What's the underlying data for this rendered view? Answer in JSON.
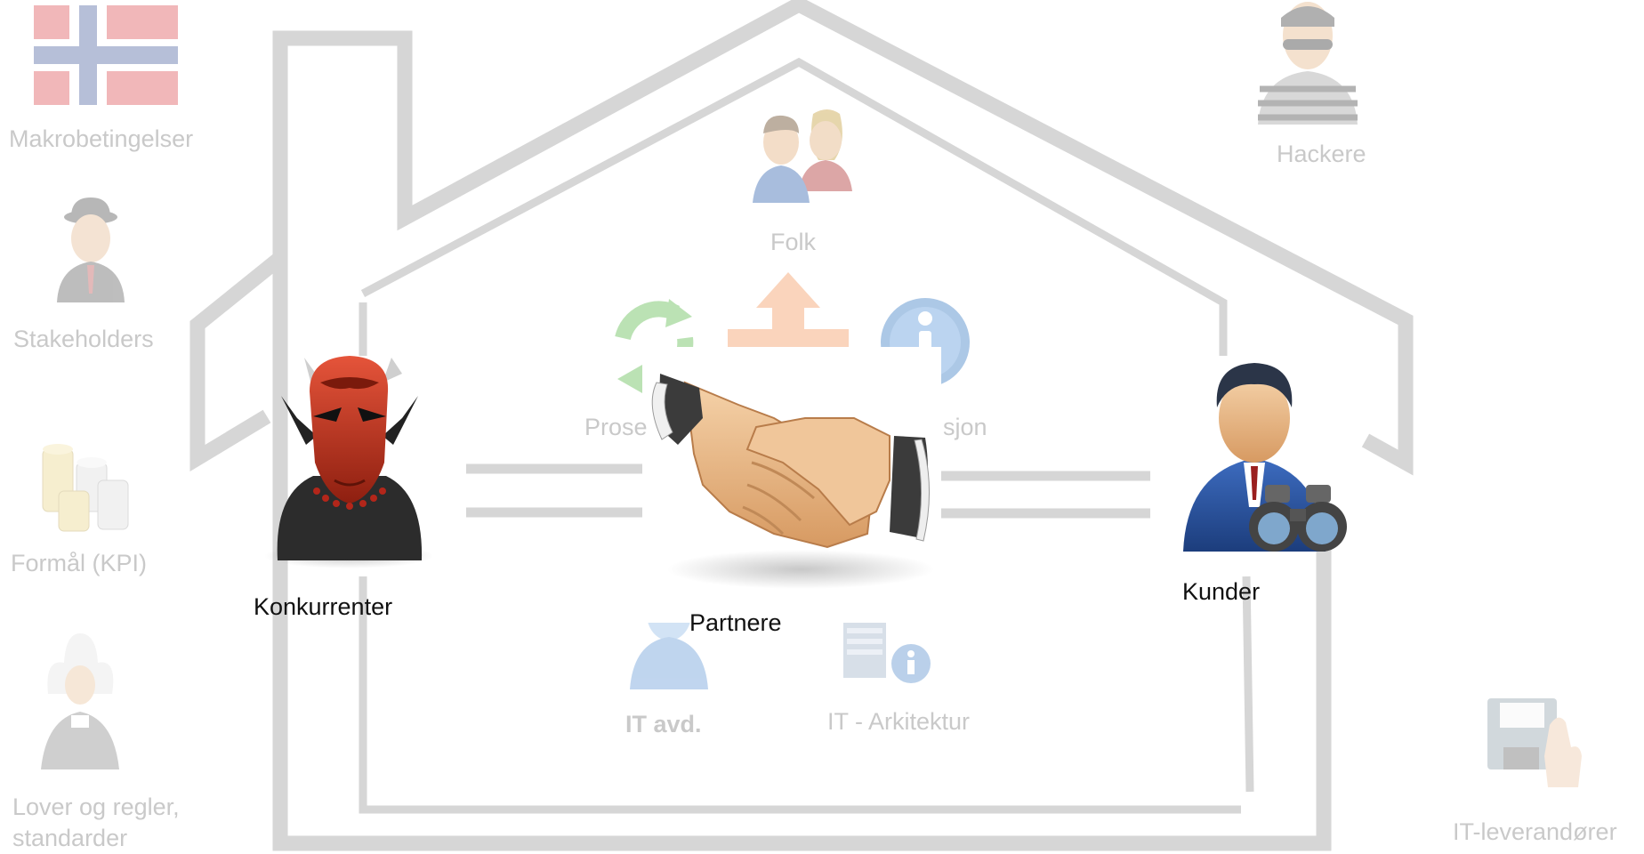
{
  "colors": {
    "house": "#d6d6d6",
    "faded_text": "#c9c9c9",
    "dark_text": "#111111",
    "devil_red": "#c93a22",
    "suit_blue": "#2a57a6",
    "skin": "#e9b98a",
    "arrow_orange": "#f8c9a8",
    "cycle_green": "#b9e4a9",
    "info_blue": "#b3cde9"
  },
  "outside": {
    "makro": "Makrobetingelser",
    "stakeholders": "Stakeholders",
    "formal": "Formål (KPI)",
    "lover": "Lover og regler,",
    "standarder": "standarder",
    "hackere": "Hackere",
    "itlev": "IT-leverandører"
  },
  "inside": {
    "folk": "Folk",
    "prosesser": "Prose",
    "informasjon": "sjon",
    "itavd": "IT avd.",
    "itarkitektur": "IT - Arkitektur"
  },
  "actors": {
    "konkurrenter": "Konkurrenter",
    "partnere": "Partnere",
    "kunder": "Kunder"
  },
  "icons": [
    "norway-flag-icon",
    "businessman-bowler-hat-icon",
    "coin-stacks-icon",
    "judge-wig-icon",
    "burglar-icon",
    "hand-floppy-disk-icon",
    "people-pair-icon",
    "cycle-arrows-icon",
    "branching-arrow-icon",
    "info-circle-icon",
    "it-person-icon",
    "server-info-icon",
    "devil-icon",
    "handshake-icon",
    "businessman-binoculars-icon",
    "house-outline-icon"
  ]
}
